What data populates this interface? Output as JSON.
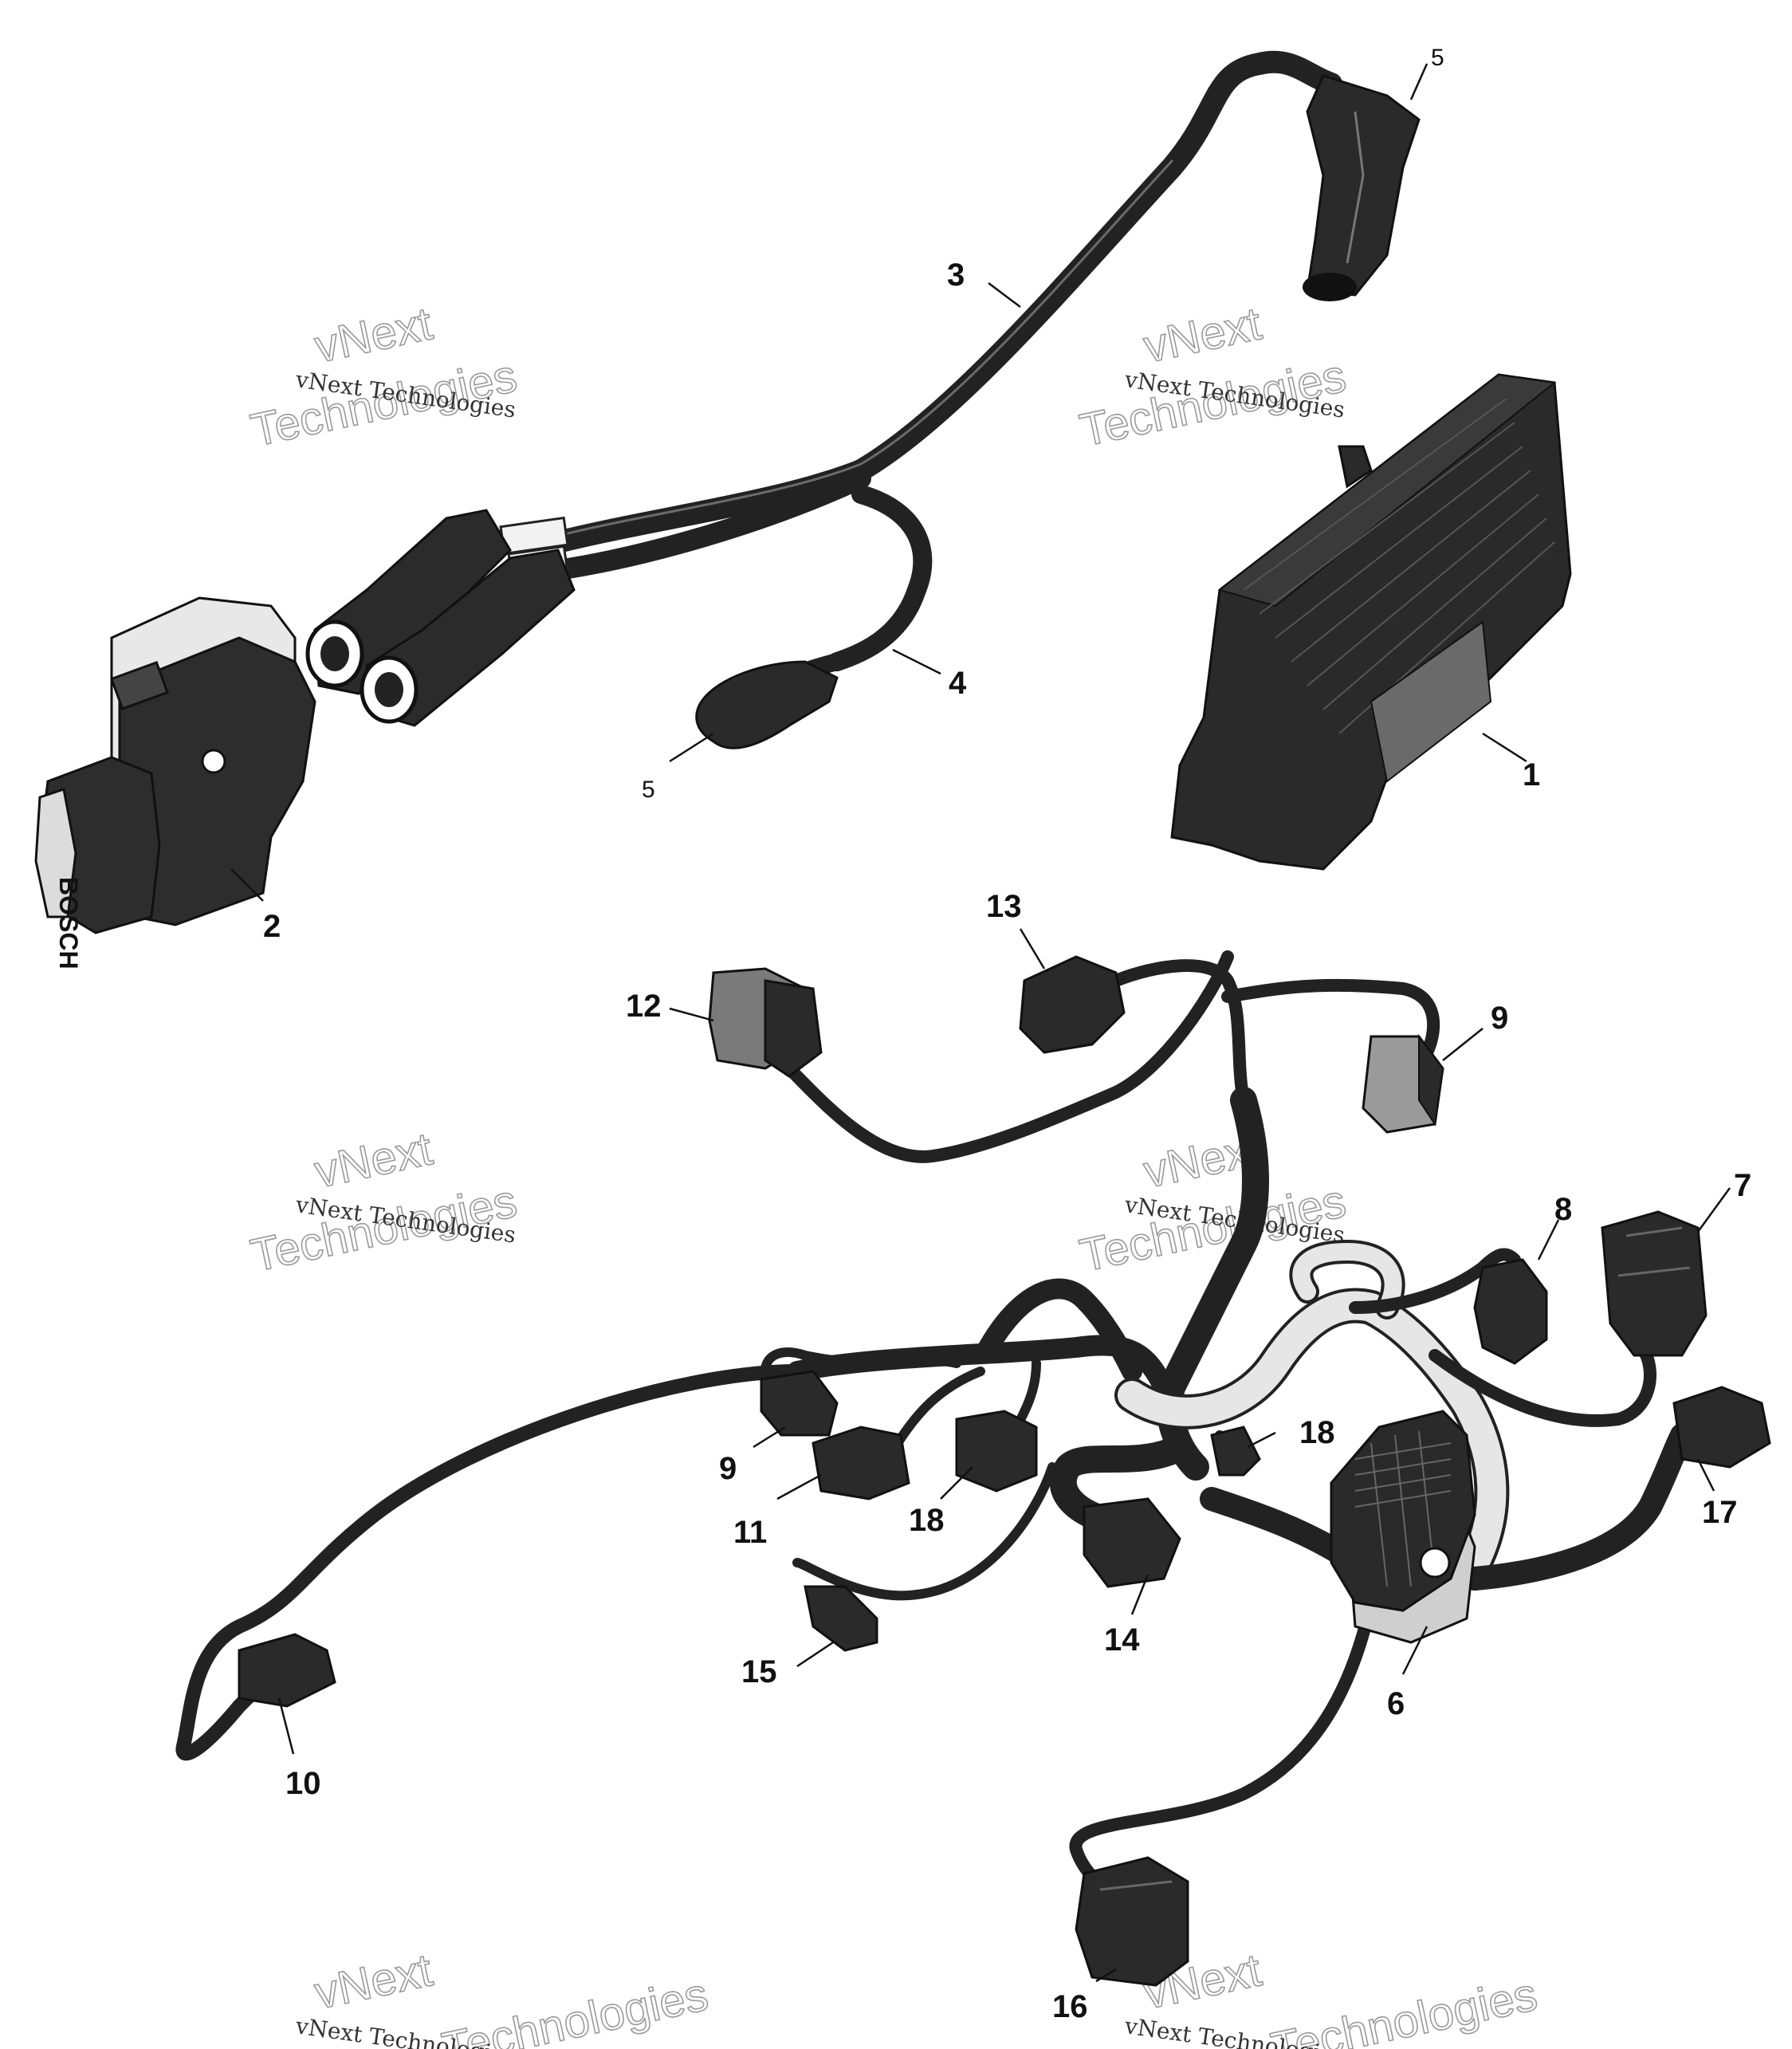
{
  "callouts": [
    {
      "id": "1",
      "text": "1"
    },
    {
      "id": "2",
      "text": "2"
    },
    {
      "id": "3",
      "text": "3"
    },
    {
      "id": "4",
      "text": "4"
    },
    {
      "id": "5a",
      "text": "5"
    },
    {
      "id": "5b",
      "text": "5"
    },
    {
      "id": "6",
      "text": "6"
    },
    {
      "id": "7",
      "text": "7"
    },
    {
      "id": "8",
      "text": "8"
    },
    {
      "id": "9a",
      "text": "9"
    },
    {
      "id": "9b",
      "text": "9"
    },
    {
      "id": "10",
      "text": "10"
    },
    {
      "id": "11",
      "text": "11"
    },
    {
      "id": "12",
      "text": "12"
    },
    {
      "id": "13",
      "text": "13"
    },
    {
      "id": "14",
      "text": "14"
    },
    {
      "id": "15",
      "text": "15"
    },
    {
      "id": "16",
      "text": "16"
    },
    {
      "id": "17",
      "text": "17"
    },
    {
      "id": "18a",
      "text": "18"
    },
    {
      "id": "18b",
      "text": "18"
    }
  ],
  "watermark": {
    "line1": "vNext Technologies",
    "line2": "vNext",
    "line3": "Technologies"
  }
}
